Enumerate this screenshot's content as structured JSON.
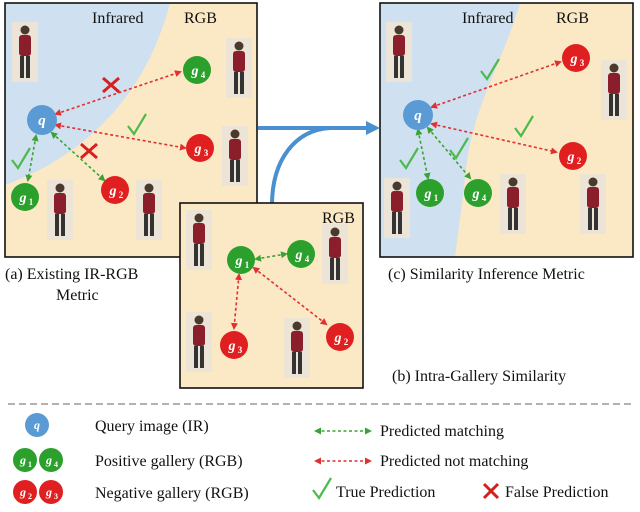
{
  "panel_a": {
    "modality_ir": "Infrared",
    "modality_rgb": "RGB",
    "caption_line1": "(a) Existing IR-RGB",
    "caption_line2": "Metric"
  },
  "panel_b": {
    "modality_rgb": "RGB",
    "caption": "(b) Intra-Gallery Similarity"
  },
  "panel_c": {
    "modality_ir": "Infrared",
    "modality_rgb": "RGB",
    "caption": "(c) Similarity Inference Metric"
  },
  "nodes": {
    "q": "q",
    "g1": "g",
    "g2": "g",
    "g3": "g",
    "g4": "g",
    "sub1": "1",
    "sub2": "2",
    "sub3": "3",
    "sub4": "4"
  },
  "legend": {
    "query": "Query image (IR)",
    "positive": "Positive gallery (RGB)",
    "negative": "Negative gallery (RGB)",
    "predicted_matching": "Predicted matching",
    "predicted_not_matching": "Predicted not matching",
    "true_prediction": "True Prediction",
    "false_prediction": "False Prediction"
  },
  "colors": {
    "query_node": "#5b9bd5",
    "positive_node": "#2ca02c",
    "negative_node": "#e02020",
    "infrared_region": "#cfe0f0",
    "rgb_region": "#fbe8c4",
    "match_arrow": "#3aa335",
    "nonmatch_arrow": "#e03030",
    "check_mark": "#4cbb4c",
    "cross_mark": "#d62020",
    "flow_arrow": "#4a8fd0"
  }
}
